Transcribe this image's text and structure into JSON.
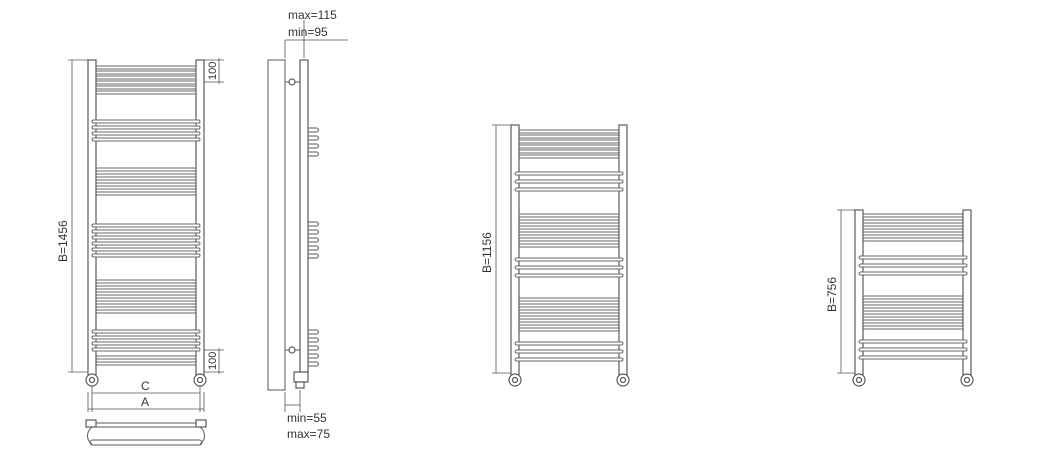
{
  "diagram": {
    "labels": {
      "height_large": "B=1456",
      "height_medium": "B=1156",
      "height_small": "B=756",
      "offset_max": "max=115",
      "offset_min": "min=95",
      "pipe_min": "min=55",
      "pipe_max": "max=75",
      "spacing_top": "100",
      "spacing_bottom": "100",
      "width_c": "C",
      "width_a": "A"
    },
    "colors": {
      "line": "#5a5a5a",
      "background": "#ffffff"
    }
  }
}
